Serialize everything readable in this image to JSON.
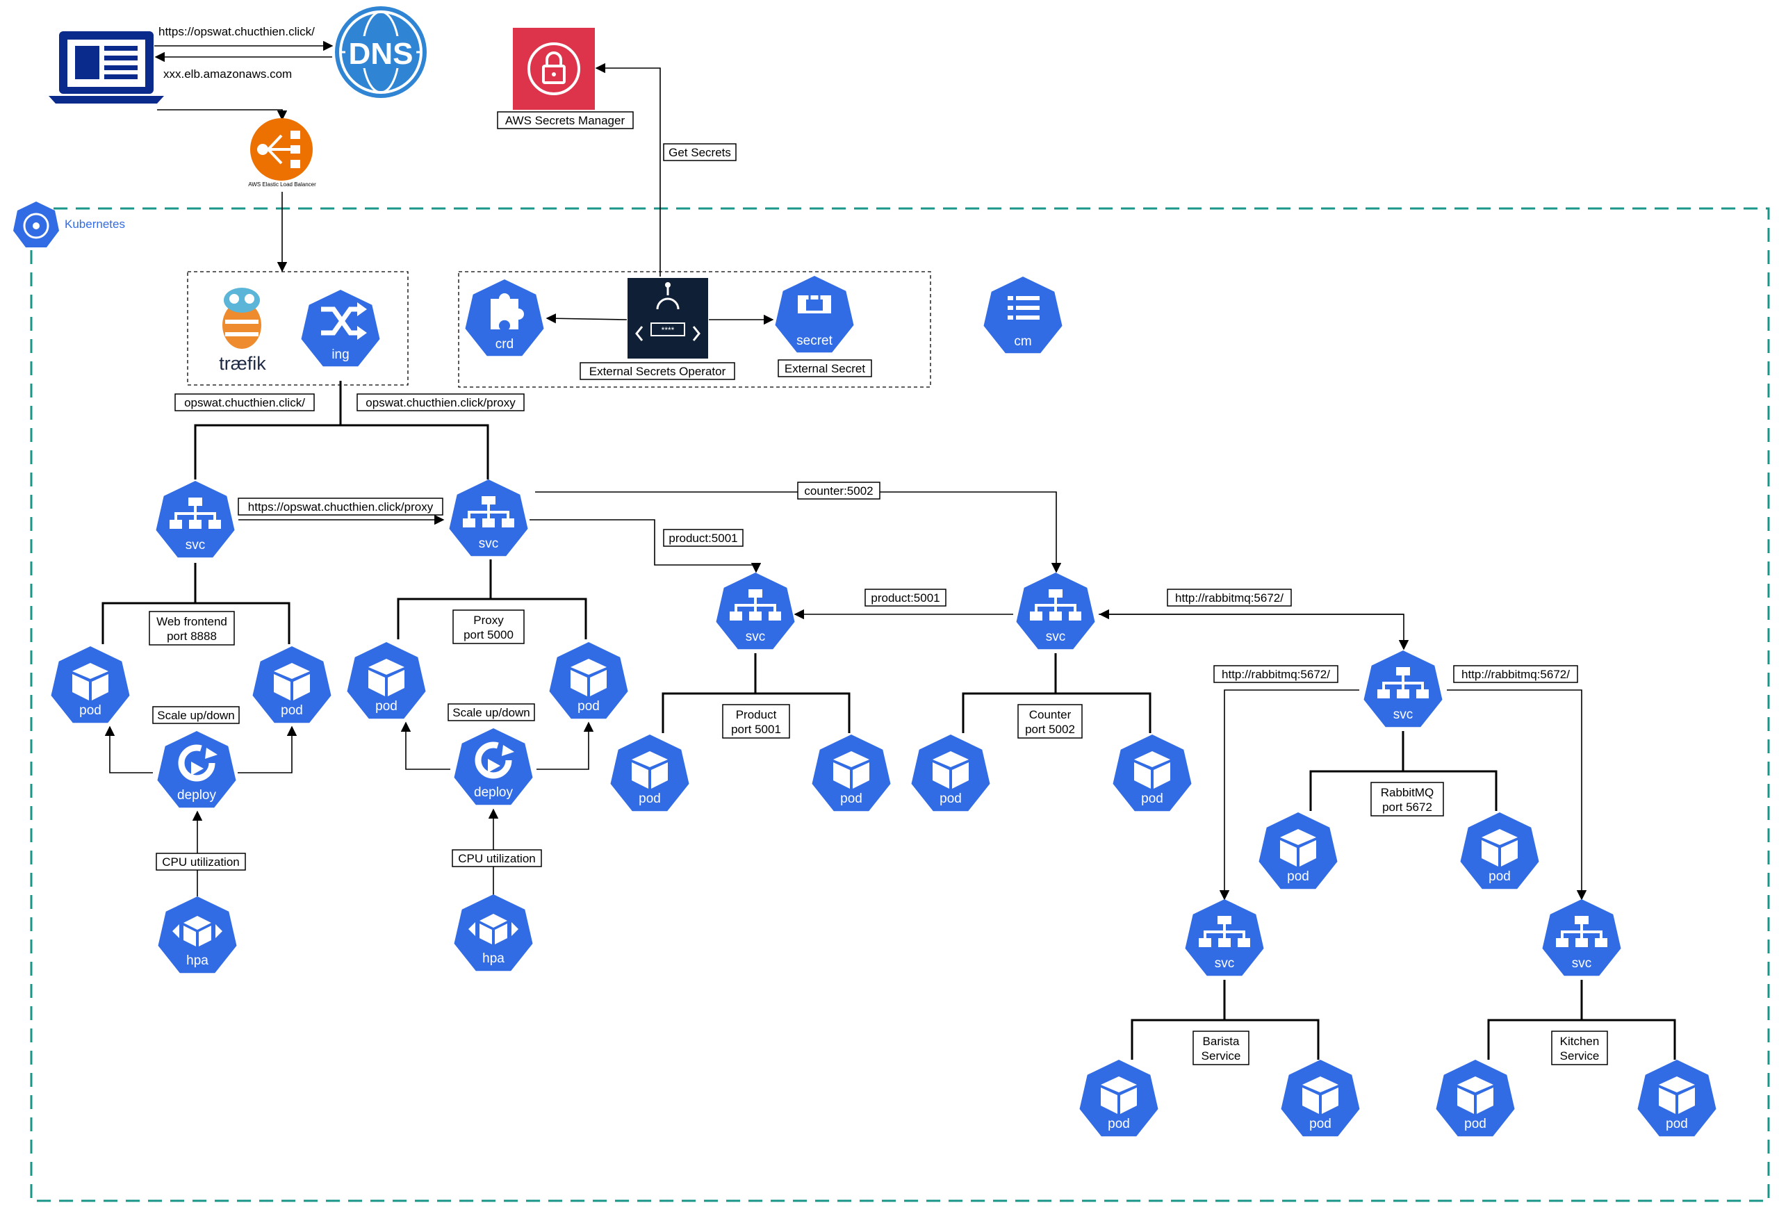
{
  "client": {
    "dns_request_url": "https://opswat.chucthien.click/",
    "dns_response": "xxx.elb.amazonaws.com",
    "dns_icon_text": "DNS",
    "elb_caption": "AWS Elastic Load Balancer"
  },
  "aws_secrets": {
    "manager_label": "AWS Secrets Manager",
    "get_secrets_label": "Get Secrets"
  },
  "cluster": {
    "label": "Kubernetes"
  },
  "ingress": {
    "traefik_text": "træfik",
    "ing_label": "ing",
    "route_web": "opswat.chucthien.click/",
    "route_proxy": "opswat.chucthien.click/proxy"
  },
  "external_secrets": {
    "crd_label": "crd",
    "operator_label": "External Secrets Operator",
    "secret_icon_label": "secret",
    "external_secret_label": "External Secret",
    "operator_code": "****"
  },
  "configmap": {
    "label": "cm"
  },
  "icons": {
    "svc": "svc",
    "pod": "pod",
    "deploy": "deploy",
    "hpa": "hpa"
  },
  "services": {
    "web_frontend": "Web frontend\nport 8888",
    "proxy": "Proxy\nport 5000",
    "product": "Product\nport 5001",
    "counter": "Counter\nport 5002",
    "rabbitmq": "RabbitMQ\nport 5672",
    "barista": "Barista\nService",
    "kitchen": "Kitchen\nService"
  },
  "edges": {
    "web_to_proxy": "https://opswat.chucthien.click/proxy",
    "proxy_to_counter": "counter:5002",
    "proxy_to_product": "product:5001",
    "counter_to_product": "product:5001",
    "counter_to_rabbit": "http://rabbitmq:5672/",
    "rabbit_to_barista": "http://rabbitmq:5672/",
    "rabbit_to_kitchen": "http://rabbitmq:5672/",
    "scale_web": "Scale up/down",
    "scale_proxy": "Scale up/down",
    "cpu_web": "CPU utilization",
    "cpu_proxy": "CPU utilization"
  },
  "colors": {
    "k8s_blue": "#326ce5",
    "cluster_border": "#1a9688",
    "aws_red": "#dd344c",
    "elb_orange": "#ed7100",
    "laptop_navy": "#0a2a8c",
    "dns_blue": "#2f84d4",
    "operator_bg": "#0f2036"
  }
}
